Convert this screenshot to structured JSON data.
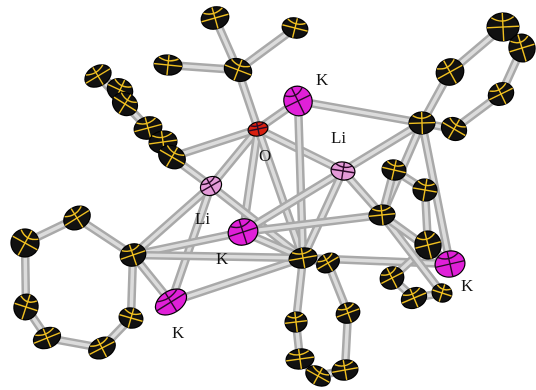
{
  "figure": {
    "labels": {
      "k_top": "K",
      "o_center": "O",
      "li_right": "Li",
      "li_left": "Li",
      "k_middle": "K",
      "k_bottom_left": "K",
      "k_right": "K"
    },
    "colors": {
      "carbon": "#111111",
      "carbon_axes": "#f0c020",
      "potassium": "#e020d8",
      "lithium": "#e49ad8",
      "oxygen": "#d82010",
      "bond": "#a9a9a9",
      "background": "#ffffff"
    }
  }
}
